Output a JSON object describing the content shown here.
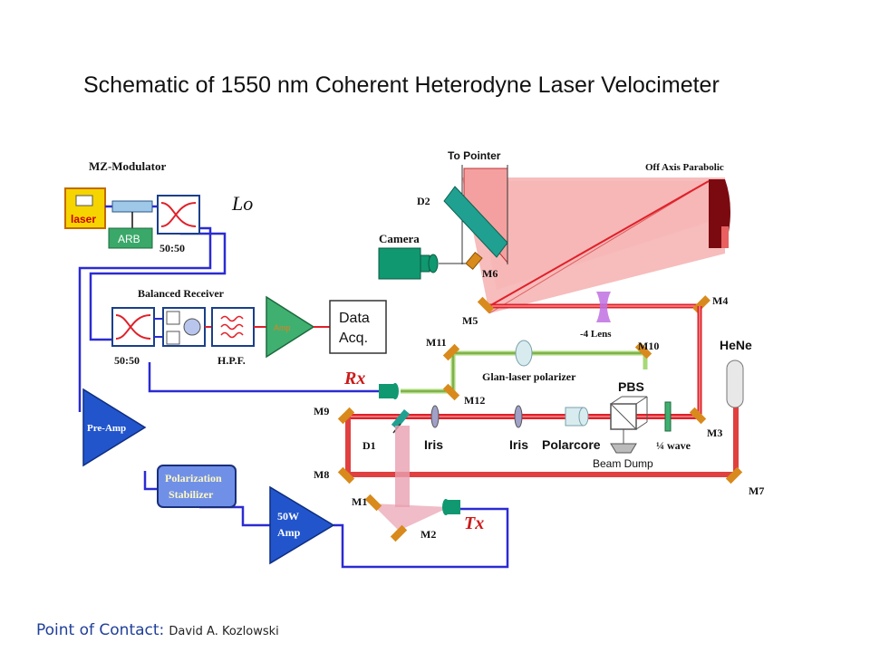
{
  "title": "Schematic of 1550 nm Coherent Heterodyne Laser Velocimeter",
  "footer": {
    "contact_label": "Point of Contact:",
    "contact_name": "David A. Kozlowski"
  },
  "labels": {
    "mz_modulator": "MZ-Modulator",
    "laser": "laser",
    "arb": "ARB",
    "split_top": "50:50",
    "lo": "Lo",
    "balanced_receiver": "Balanced Receiver",
    "split_bottom": "50:50",
    "hpf": "H.P.F.",
    "amp": "Amp",
    "data_acq_line1": "Data",
    "data_acq_line2": "Acq.",
    "rx": "Rx",
    "tx": "Tx",
    "pre_amp": "Pre-Amp",
    "pol_stab_line1": "Polarization",
    "pol_stab_line2": "Stabilizer",
    "amp50_line1": "50W",
    "amp50_line2": "Amp",
    "to_pointer": "To Pointer",
    "off_axis_parabolic": "Off Axis Parabolic",
    "d2": "D2",
    "camera": "Camera",
    "m6": "M6",
    "m5": "M5",
    "m4": "M4",
    "lens": "-4 Lens",
    "m11": "M11",
    "m10": "M10",
    "hene": "HeNe",
    "glan": "Glan-laser polarizer",
    "pbs": "PBS",
    "m12": "M12",
    "m9": "M9",
    "m3": "M3",
    "iris1": "Iris",
    "iris2": "Iris",
    "polarcore": "Polarcore",
    "quarter_wave": "¼ wave",
    "d1": "D1",
    "beam_dump": "Beam Dump",
    "m8": "M8",
    "m7": "M7",
    "m1": "M1",
    "m2": "M2"
  },
  "colors": {
    "fiber": "#2b2bd4",
    "laser_beam": "#e0202a",
    "hene_beam": "#e04040",
    "rx_beam": "#a8d878",
    "beam_fill": "#f4a0a0",
    "mirror": "#d98a1c",
    "amp_fill": "#2255cc",
    "camera": "#109870",
    "laser_box": "#f5d400"
  }
}
